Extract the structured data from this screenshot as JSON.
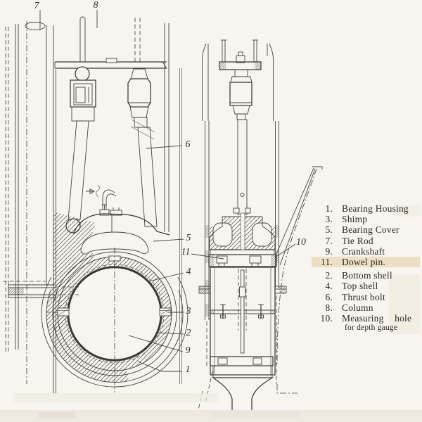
{
  "palette": {
    "paper": "#f7f5f0",
    "ink": "#47433b",
    "highlight": "#ecdfc4"
  },
  "callouts": {
    "c1": "1",
    "c2": "2",
    "c3": "3",
    "c4": "4",
    "c5": "5",
    "c6": "6",
    "c7": "7",
    "c8": "8",
    "c9": "9",
    "c10": "10",
    "c11": "11"
  },
  "legend": {
    "group1": [
      {
        "num": "1.",
        "label": "Bearing Housing"
      },
      {
        "num": "3.",
        "label": "Shimp"
      },
      {
        "num": "5.",
        "label": "Bearing Cover"
      },
      {
        "num": "7.",
        "label": "Tie Rod"
      },
      {
        "num": "9.",
        "label": "Crankshaft"
      },
      {
        "num": "11.",
        "label": "Dowel pin.",
        "highlighted": true
      }
    ],
    "group2": [
      {
        "num": "2.",
        "label": "Bottom shell"
      },
      {
        "num": "4.",
        "label": "Top shell"
      },
      {
        "num": "6.",
        "label": "Thrust bolt"
      },
      {
        "num": "8.",
        "label": "Column"
      },
      {
        "num": "10.",
        "label": "Measuring hole",
        "sub": "for depth gauge"
      }
    ]
  }
}
